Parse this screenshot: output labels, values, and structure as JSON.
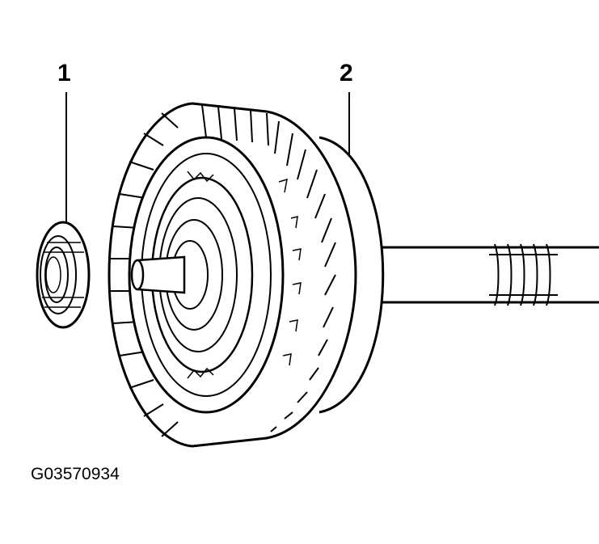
{
  "callouts": [
    {
      "label": "1"
    },
    {
      "label": "2"
    }
  ],
  "figure_id": "G03570934",
  "parts": {
    "part_1": "thrust-bearing",
    "part_2": "clutch-drum-with-shaft"
  },
  "colors": {
    "ink": "#000000",
    "paper": "#ffffff"
  }
}
